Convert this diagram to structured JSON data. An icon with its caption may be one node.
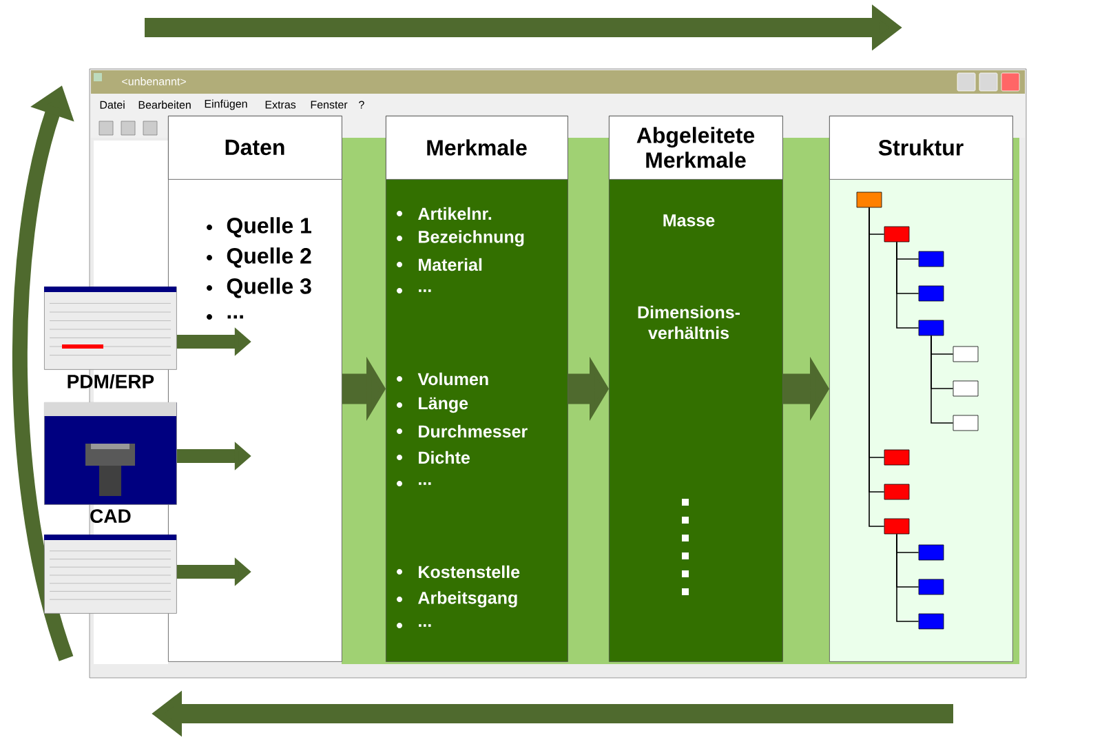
{
  "diagram": {
    "nodes": [
      {
        "text": [
          "Daten",
          "Quelle 1",
          "Quelle 2",
          "Quelle 3",
          "..."
        ]
      },
      {
        "text": [
          "Merkmale",
          "Artikelnr.",
          "Bezeichnung",
          "Material",
          "...",
          "Volumen",
          "Länge",
          "Durchmesser",
          "Dichte",
          "...",
          "Kostenstelle",
          "Arbeitsgang",
          "..."
        ]
      },
      {
        "text": [
          "Abgeleitete Merkmale",
          "Masse",
          "Dimensions-verhältnis"
        ]
      },
      {
        "text": [
          "Struktur"
        ]
      },
      {
        "text": [],
        "shape": "box",
        "in": 3
      },
      {
        "text": [],
        "shape": "box",
        "in": 3
      },
      {
        "text": [],
        "shape": "box",
        "in": 3
      },
      {
        "text": [],
        "shape": "box",
        "in": 3
      },
      {
        "text": [],
        "shape": "box",
        "in": 3
      },
      {
        "text": [],
        "shape": "box",
        "in": 3
      },
      {
        "text": [],
        "shape": "box",
        "in": 3
      },
      {
        "text": [],
        "shape": "box",
        "in": 3
      },
      {
        "text": [],
        "shape": "box",
        "in": 3
      },
      {
        "text": [],
        "shape": "box",
        "in": 3
      },
      {
        "text": [],
        "shape": "box",
        "in": 3
      },
      {
        "text": [],
        "shape": "box",
        "in": 3
      },
      {
        "text": [],
        "shape": "box",
        "in": 3
      },
      {
        "text": [],
        "shape": "box",
        "in": 3
      },
      {
        "text": [
          "PDM/ERP"
        ]
      },
      {
        "text": [
          "CAD"
        ]
      },
      {
        "text": [],
        "shape": "picture"
      }
    ],
    "edges": [
      {
        "from": 0,
        "to": 1,
        "arrow": "to",
        "style": "thick",
        "color": "#4f6a2e"
      },
      {
        "from": 1,
        "to": 2,
        "arrow": "to",
        "style": "thick",
        "color": "#4f6a2e"
      },
      {
        "from": 2,
        "to": 3,
        "arrow": "to",
        "style": "thick",
        "color": "#4f6a2e"
      },
      {
        "from": 4,
        "to": 5,
        "arrow": "none"
      },
      {
        "from": 5,
        "to": 6,
        "arrow": "none"
      },
      {
        "from": 5,
        "to": 7,
        "arrow": "none"
      },
      {
        "from": 5,
        "to": 8,
        "arrow": "none"
      },
      {
        "from": 8,
        "to": 9,
        "arrow": "none"
      },
      {
        "from": 8,
        "to": 10,
        "arrow": "none"
      },
      {
        "from": 8,
        "to": 11,
        "arrow": "none"
      },
      {
        "from": 4,
        "to": 12,
        "arrow": "none"
      },
      {
        "from": 4,
        "to": 13,
        "arrow": "none"
      },
      {
        "from": 4,
        "to": 14,
        "arrow": "none"
      },
      {
        "from": 14,
        "to": 15,
        "arrow": "none"
      },
      {
        "from": 14,
        "to": 16,
        "arrow": "none"
      },
      {
        "from": 14,
        "to": 17,
        "arrow": "none"
      },
      {
        "from": 18,
        "to": 0,
        "arrow": "to",
        "style": "thick",
        "color": "#4f6a2e"
      },
      {
        "from": 19,
        "to": 0,
        "arrow": "to",
        "style": "thick",
        "color": "#4f6a2e"
      },
      {
        "from": 20,
        "to": 0,
        "arrow": "to",
        "style": "thick",
        "color": "#4f6a2e"
      }
    ],
    "labels": [
      "<unbenannt>",
      "Datei",
      "Bearbeiten",
      "Einfügen",
      "Extras",
      "Fenster",
      "?"
    ]
  }
}
